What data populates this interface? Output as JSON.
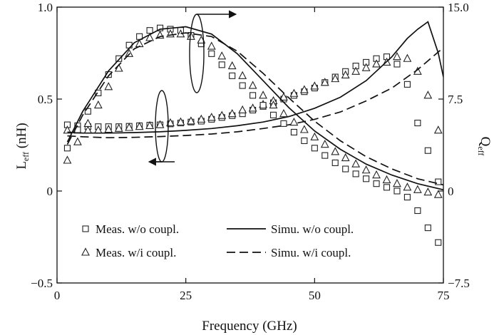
{
  "chart_data": {
    "type": "line",
    "xlabel": "Frequency (GHz)",
    "ylabel": {
      "main": "L",
      "sub": "eff",
      "unit": " (nH)"
    },
    "y2label": {
      "main": "Q",
      "sub": "eff"
    },
    "xlim": [
      0,
      75
    ],
    "ylim": [
      -0.5,
      1.0
    ],
    "y2lim": [
      -7.5,
      15.0
    ],
    "x_ticks": [
      "0",
      "25",
      "50",
      "75"
    ],
    "y_ticks": [
      "−0.5",
      "0",
      "0.5",
      "1.0"
    ],
    "y2_ticks": [
      "−7.5",
      "0",
      "7.5",
      "15.0"
    ],
    "grid": false,
    "legend_placement": "bottom-center",
    "legend": [
      {
        "label": "Meas. w/o coupl.",
        "marker": "square",
        "line": "none"
      },
      {
        "label": "Meas. w/i coupl.",
        "marker": "triangle",
        "line": "none"
      },
      {
        "label": "Simu. w/o coupl.",
        "marker": "none",
        "line": "solid"
      },
      {
        "label": "Simu. w/i coupl.",
        "marker": "none",
        "line": "dashed"
      }
    ],
    "series": [
      {
        "name": "Meas. w/o coupl.",
        "quantity": "L_eff",
        "axis": "left",
        "marker": "square",
        "x": [
          2,
          4,
          6,
          8,
          10,
          12,
          14,
          16,
          18,
          20,
          22,
          24,
          26,
          28,
          30,
          32,
          34,
          36,
          38,
          40,
          42,
          44,
          46,
          48,
          50,
          52,
          54,
          56,
          58,
          60,
          62,
          64,
          66,
          68,
          70,
          72,
          74
        ],
        "y": [
          0.36,
          0.355,
          0.35,
          0.35,
          0.35,
          0.35,
          0.352,
          0.355,
          0.358,
          0.36,
          0.365,
          0.37,
          0.375,
          0.38,
          0.39,
          0.4,
          0.41,
          0.42,
          0.44,
          0.46,
          0.48,
          0.5,
          0.52,
          0.54,
          0.56,
          0.59,
          0.62,
          0.65,
          0.68,
          0.7,
          0.72,
          0.73,
          0.69,
          0.58,
          0.37,
          0.22,
          0.05
        ]
      },
      {
        "name": "Meas. w/i coupl.",
        "quantity": "L_eff",
        "axis": "left",
        "marker": "triangle",
        "x": [
          2,
          4,
          6,
          8,
          10,
          12,
          14,
          16,
          18,
          20,
          22,
          24,
          26,
          28,
          30,
          32,
          34,
          36,
          38,
          40,
          42,
          44,
          46,
          48,
          50,
          52,
          54,
          56,
          58,
          60,
          62,
          64,
          66,
          68,
          70,
          72,
          74
        ],
        "y": [
          0.33,
          0.33,
          0.33,
          0.33,
          0.335,
          0.34,
          0.345,
          0.35,
          0.355,
          0.36,
          0.37,
          0.375,
          0.38,
          0.39,
          0.4,
          0.41,
          0.42,
          0.44,
          0.45,
          0.47,
          0.49,
          0.51,
          0.53,
          0.55,
          0.57,
          0.59,
          0.61,
          0.63,
          0.65,
          0.67,
          0.69,
          0.7,
          0.73,
          0.72,
          0.65,
          0.52,
          0.33
        ]
      },
      {
        "name": "Simu. w/o coupl.",
        "quantity": "L_eff",
        "axis": "left",
        "line": "solid",
        "x": [
          2,
          5,
          10,
          15,
          20,
          25,
          30,
          35,
          40,
          45,
          50,
          55,
          60,
          65,
          68,
          70,
          72,
          74,
          75
        ],
        "y": [
          0.32,
          0.315,
          0.315,
          0.318,
          0.322,
          0.33,
          0.34,
          0.355,
          0.375,
          0.405,
          0.45,
          0.51,
          0.6,
          0.73,
          0.83,
          0.88,
          0.92,
          0.75,
          0.62
        ]
      },
      {
        "name": "Simu. w/i coupl.",
        "quantity": "L_eff",
        "axis": "left",
        "line": "dashed",
        "x": [
          2,
          5,
          10,
          15,
          20,
          25,
          30,
          35,
          40,
          45,
          50,
          55,
          60,
          65,
          70,
          75
        ],
        "y": [
          0.3,
          0.295,
          0.29,
          0.292,
          0.296,
          0.302,
          0.31,
          0.322,
          0.34,
          0.36,
          0.39,
          0.43,
          0.49,
          0.56,
          0.66,
          0.78
        ]
      },
      {
        "name": "Meas. w/o coupl.",
        "quantity": "Q_eff",
        "axis": "right",
        "marker": "square",
        "x": [
          2,
          4,
          6,
          8,
          10,
          12,
          14,
          16,
          18,
          20,
          22,
          24,
          26,
          28,
          30,
          32,
          34,
          36,
          38,
          40,
          42,
          44,
          46,
          48,
          50,
          52,
          54,
          56,
          58,
          60,
          62,
          64,
          66,
          68,
          70,
          72,
          74
        ],
        "y": [
          3.5,
          5.0,
          6.5,
          8.0,
          9.5,
          10.8,
          11.9,
          12.6,
          13.1,
          13.3,
          13.2,
          13.1,
          12.7,
          12.0,
          11.2,
          10.3,
          9.4,
          8.6,
          7.8,
          7.0,
          6.2,
          5.5,
          4.8,
          4.1,
          3.5,
          2.9,
          2.3,
          1.8,
          1.4,
          1.0,
          0.6,
          0.3,
          0.0,
          -0.5,
          -1.6,
          -3.0,
          -4.2
        ]
      },
      {
        "name": "Meas. w/i coupl.",
        "quantity": "Q_eff",
        "axis": "right",
        "marker": "triangle",
        "x": [
          2,
          4,
          6,
          8,
          10,
          12,
          14,
          16,
          18,
          20,
          22,
          24,
          26,
          28,
          30,
          32,
          34,
          36,
          38,
          40,
          42,
          44,
          46,
          48,
          50,
          52,
          54,
          56,
          58,
          60,
          62,
          64,
          66,
          68,
          70,
          72,
          74
        ],
        "y": [
          2.5,
          4.0,
          5.5,
          7.0,
          8.5,
          10.0,
          11.2,
          12.0,
          12.5,
          12.7,
          12.8,
          12.8,
          12.6,
          12.3,
          11.8,
          11.0,
          10.2,
          9.4,
          8.6,
          7.8,
          7.0,
          6.3,
          5.6,
          5.0,
          4.4,
          3.8,
          3.2,
          2.7,
          2.2,
          1.7,
          1.3,
          0.9,
          0.6,
          0.3,
          0.1,
          -0.1,
          -0.3
        ]
      },
      {
        "name": "Simu. w/o coupl.",
        "quantity": "Q_eff",
        "axis": "right",
        "line": "solid",
        "x": [
          2,
          5,
          10,
          15,
          20,
          25,
          30,
          35,
          40,
          45,
          50,
          55,
          60,
          65,
          70,
          75
        ],
        "y": [
          4.0,
          6.5,
          9.8,
          12.1,
          13.2,
          13.4,
          12.8,
          11.2,
          9.0,
          6.8,
          4.9,
          3.4,
          2.2,
          1.3,
          0.6,
          0.1
        ]
      },
      {
        "name": "Simu. w/i coupl.",
        "quantity": "Q_eff",
        "axis": "right",
        "line": "dashed",
        "x": [
          2,
          5,
          10,
          15,
          20,
          25,
          30,
          35,
          40,
          45,
          50,
          55,
          60,
          65,
          70,
          75
        ],
        "y": [
          3.8,
          6.2,
          9.4,
          11.6,
          12.6,
          12.9,
          12.6,
          11.4,
          9.6,
          7.6,
          5.7,
          4.1,
          2.8,
          1.8,
          1.0,
          0.5
        ]
      }
    ]
  }
}
